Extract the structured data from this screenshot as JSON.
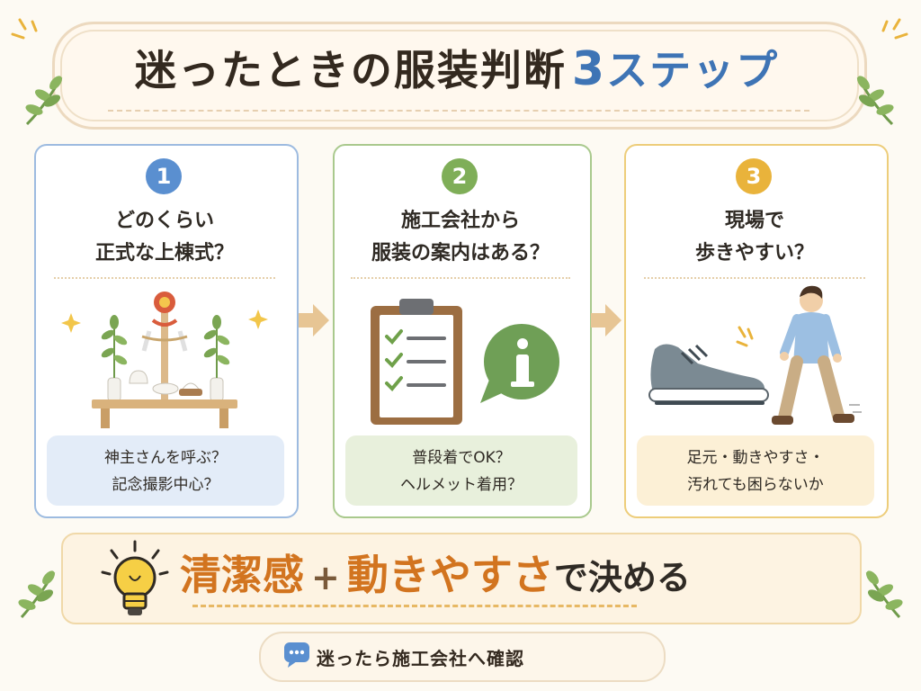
{
  "title": {
    "main": "迷ったときの服装判断",
    "number": "3",
    "suffix": "ステップ"
  },
  "steps": [
    {
      "number": "1",
      "question_line1": "どのくらい",
      "question_line2": "正式な上棟式？",
      "note_line1": "神主さんを呼ぶ？",
      "note_line2": "記念撮影中心？"
    },
    {
      "number": "2",
      "question_line1": "施工会社から",
      "question_line2": "服装の案内はある？",
      "note_line1": "普段着でOK？",
      "note_line2": "ヘルメット着用？"
    },
    {
      "number": "3",
      "question_line1": "現場で",
      "question_line2": "歩きやすい？",
      "note_line1": "足元・動きやすさ・",
      "note_line2": "汚れても困らないか"
    }
  ],
  "conclusion": {
    "word1": "清潔感",
    "plus": "+",
    "word2": "動きやすさ",
    "tail": "で決める"
  },
  "footer": {
    "text": "迷ったら施工会社へ確認"
  },
  "colors": {
    "step1": "#5a8fd0",
    "step2": "#7fae58",
    "step3": "#e9b33b",
    "accent_title": "#3e74b5",
    "accent_conclusion": "#d2741f"
  },
  "icons": [
    "leaf-branch-icon",
    "sparkle-icon",
    "shinto-altar-icon",
    "clipboard-checklist-icon",
    "info-bubble-icon",
    "sneaker-icon",
    "walking-man-icon",
    "lightbulb-icon",
    "chat-bubble-icon",
    "arrow-right-icon"
  ]
}
